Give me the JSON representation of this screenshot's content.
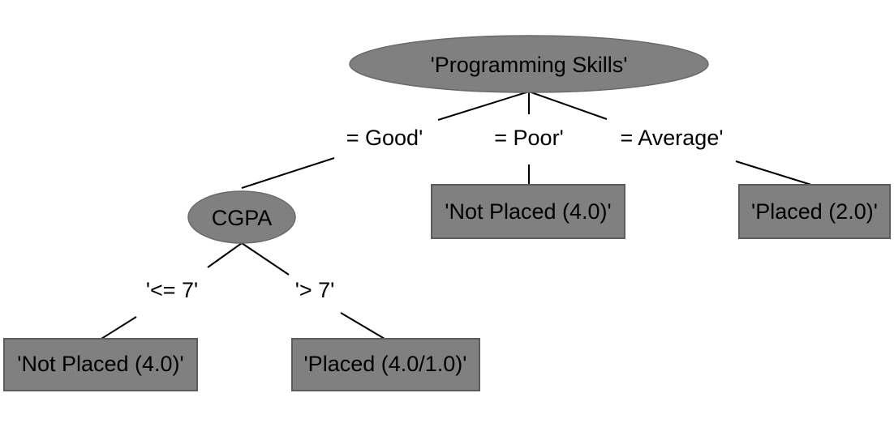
{
  "colors": {
    "background": "#ffffff",
    "node_fill": "#808080",
    "edge": "#000000",
    "text": "#000000"
  },
  "tree": {
    "root": {
      "label": "'Programming Skills'"
    },
    "branch_good": {
      "edge_label": "= Good'",
      "node": {
        "label": "CGPA"
      }
    },
    "branch_poor": {
      "edge_label": "= Poor'",
      "leaf": {
        "label": "'Not Placed (4.0)'"
      }
    },
    "branch_average": {
      "edge_label": "= Average'",
      "leaf": {
        "label": "'Placed (2.0)'"
      }
    },
    "cgpa_le7": {
      "edge_label": "'<= 7'",
      "leaf": {
        "label": "'Not Placed (4.0)'"
      }
    },
    "cgpa_gt7": {
      "edge_label": "'> 7'",
      "leaf": {
        "label": "'Placed (4.0/1.0)'"
      }
    }
  }
}
